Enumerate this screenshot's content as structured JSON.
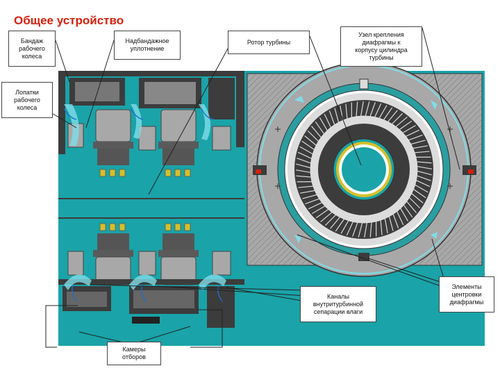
{
  "title": "Общее устройство",
  "labels": {
    "bandage": "Бандаж\nрабочего\nколеса",
    "seal": "Надбандажное\nуплотнение",
    "rotor": "Ротор турбины",
    "mount": "Узел крепления\nдиафрагмы к\nкорпусу цилиндра\nтурбины",
    "blades": "Лопатки\nрабочего\nколеса",
    "channels": "Каналы\nвнутритурбинной\nсепарации влаги",
    "centering": "Элементы\nцентровки\nдиафрагмы",
    "chambers": "Камеры\nотборов"
  },
  "colors": {
    "teal": "#1aa3a8",
    "steel": "#a8a8a8",
    "dark": "#3c3c3c",
    "ring_teal": "#2a9ea0",
    "accent": "#d8200c"
  }
}
